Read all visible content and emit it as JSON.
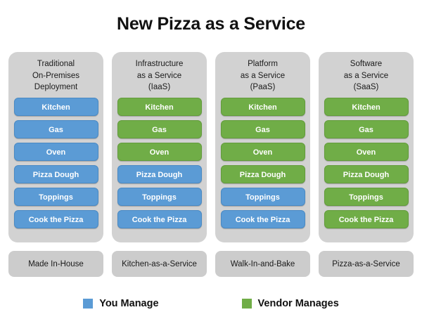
{
  "title": "New Pizza as a Service",
  "columns": [
    {
      "header": "Traditional\nOn-Premises\nDeployment",
      "footer": "Made In-House",
      "items": [
        {
          "label": "Kitchen",
          "owner": "blue"
        },
        {
          "label": "Gas",
          "owner": "blue"
        },
        {
          "label": "Oven",
          "owner": "blue"
        },
        {
          "label": "Pizza Dough",
          "owner": "blue"
        },
        {
          "label": "Toppings",
          "owner": "blue"
        },
        {
          "label": "Cook the Pizza",
          "owner": "blue"
        }
      ]
    },
    {
      "header": "Infrastructure\nas a Service\n(IaaS)",
      "footer": "Kitchen-as-a-Service",
      "items": [
        {
          "label": "Kitchen",
          "owner": "green"
        },
        {
          "label": "Gas",
          "owner": "green"
        },
        {
          "label": "Oven",
          "owner": "green"
        },
        {
          "label": "Pizza Dough",
          "owner": "blue"
        },
        {
          "label": "Toppings",
          "owner": "blue"
        },
        {
          "label": "Cook the Pizza",
          "owner": "blue"
        }
      ]
    },
    {
      "header": "Platform\nas a Service\n(PaaS)",
      "footer": "Walk-In-and-Bake",
      "items": [
        {
          "label": "Kitchen",
          "owner": "green"
        },
        {
          "label": "Gas",
          "owner": "green"
        },
        {
          "label": "Oven",
          "owner": "green"
        },
        {
          "label": "Pizza Dough",
          "owner": "green"
        },
        {
          "label": "Toppings",
          "owner": "blue"
        },
        {
          "label": "Cook the Pizza",
          "owner": "blue"
        }
      ]
    },
    {
      "header": "Software\nas a Service\n(SaaS)",
      "footer": "Pizza-as-a-Service",
      "items": [
        {
          "label": "Kitchen",
          "owner": "green"
        },
        {
          "label": "Gas",
          "owner": "green"
        },
        {
          "label": "Oven",
          "owner": "green"
        },
        {
          "label": "Pizza Dough",
          "owner": "green"
        },
        {
          "label": "Toppings",
          "owner": "green"
        },
        {
          "label": "Cook the Pizza",
          "owner": "green"
        }
      ]
    }
  ],
  "legend": [
    {
      "label": "You Manage",
      "color": "#5B9BD5",
      "key": "blue"
    },
    {
      "label": "Vendor Manages",
      "color": "#70AD47",
      "key": "green"
    }
  ],
  "colors": {
    "you_manage": "#5B9BD5",
    "vendor_manages": "#70AD47",
    "panel_background": "#D2D2D2",
    "footer_background": "#CCCCCC",
    "page_background": "#FFFFFF",
    "text": "#111111"
  }
}
